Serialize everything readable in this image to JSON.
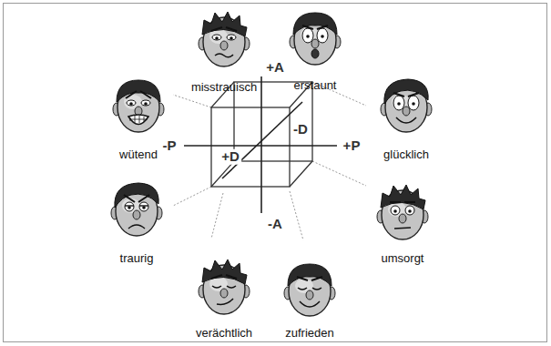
{
  "diagram": {
    "labels": [
      "misstrauisch",
      "erstaunt",
      "+A",
      "wütend",
      "glücklich",
      "-P",
      "+P",
      "+D",
      "-D",
      "traurig",
      "umsorgt",
      "-A",
      "verächtlich",
      "zufrieden"
    ]
  }
}
